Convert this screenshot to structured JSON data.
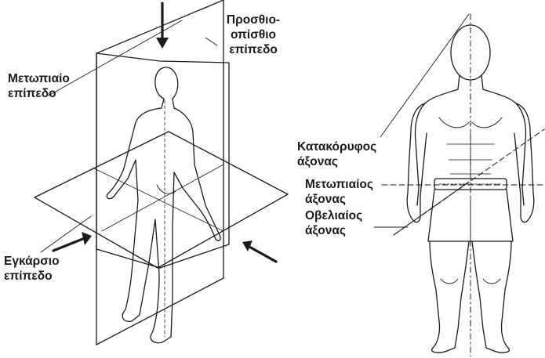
{
  "left_figure": {
    "labels": {
      "frontal_plane": {
        "line1": "Μετωπιαίο",
        "line2": "επίπεδο"
      },
      "sagittal_plane": {
        "line1": "Προσθιο-",
        "line2": "οπίσθιο",
        "line3": "επίπεδο"
      },
      "transverse_plane": {
        "line1": "Εγκάρσιο",
        "line2": "επίπεδο"
      }
    }
  },
  "right_figure": {
    "labels": {
      "vertical_axis": {
        "line1": "Κατακόρυφος",
        "line2": "άξονας"
      },
      "frontal_axis": {
        "line1": "Μετωπιαίος",
        "line2": "άξονας"
      },
      "sagittal_axis": {
        "line1": "Οβελιαίος",
        "line2": "άξονας"
      }
    }
  },
  "colors": {
    "ink": "#1a1a1a",
    "background": "#ffffff"
  }
}
